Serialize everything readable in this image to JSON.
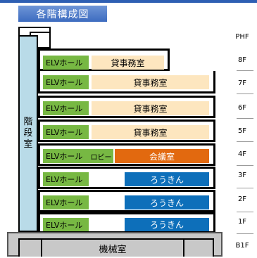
{
  "diagram": {
    "title": "各階構成図",
    "stair_label": [
      "階",
      "段",
      "室"
    ],
    "floors": [
      {
        "label": "PHF"
      },
      {
        "label": "8F",
        "elv": "ELVホール",
        "main": "貸事務室"
      },
      {
        "label": "7F",
        "elv": "ELVホール",
        "main": "貸事務室"
      },
      {
        "label": "6F",
        "elv": "ELVホール",
        "main": "貸事務室"
      },
      {
        "label": "5F",
        "elv": "ELVホール",
        "main": "貸事務室"
      },
      {
        "label": "4F",
        "elv": "ELVホール",
        "lobby": "ロビー",
        "main": "会議室"
      },
      {
        "label": "3F",
        "elv": "ELVホール",
        "main": "ろうきん"
      },
      {
        "label": "2F",
        "elv": "ELVホール",
        "main": "ろうきん"
      },
      {
        "label": "1F",
        "elv": "ELVホール",
        "main": "ろうきん"
      },
      {
        "label": "B1F",
        "main": "機械室"
      }
    ],
    "colors": {
      "elv_hall": "#77b843",
      "office": "#fde6bf",
      "bank": "#0d6fba",
      "conference": "#e2690f",
      "stair": "#b9dbe8",
      "basement": "#c8c8c8"
    }
  }
}
